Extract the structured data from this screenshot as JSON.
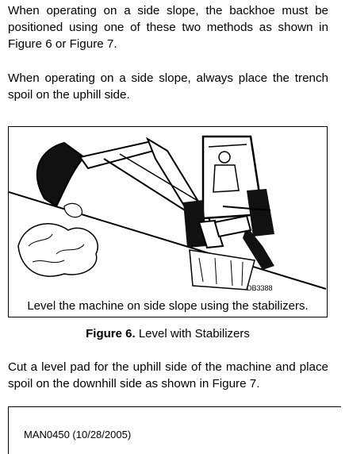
{
  "paragraphs": {
    "p1": "When operating on a side slope, the backhoe must be positioned using one of these two methods as shown in Figure 6 or Figure 7.",
    "p2": "When operating on a side slope, always place the trench spoil on the uphill side.",
    "p3": "Cut a level pad for the uphill side of the machine and place spoil on the downhill side as shown in Figure 7."
  },
  "figure": {
    "id_label": "DB3388",
    "inner_caption": "Level the machine on side slope using the stabilizers.",
    "caption_label": "Figure 6.",
    "caption_text": "Level with Stabilizers"
  },
  "footer": {
    "doc_code": "MAN0450 (10/28/2005)"
  }
}
